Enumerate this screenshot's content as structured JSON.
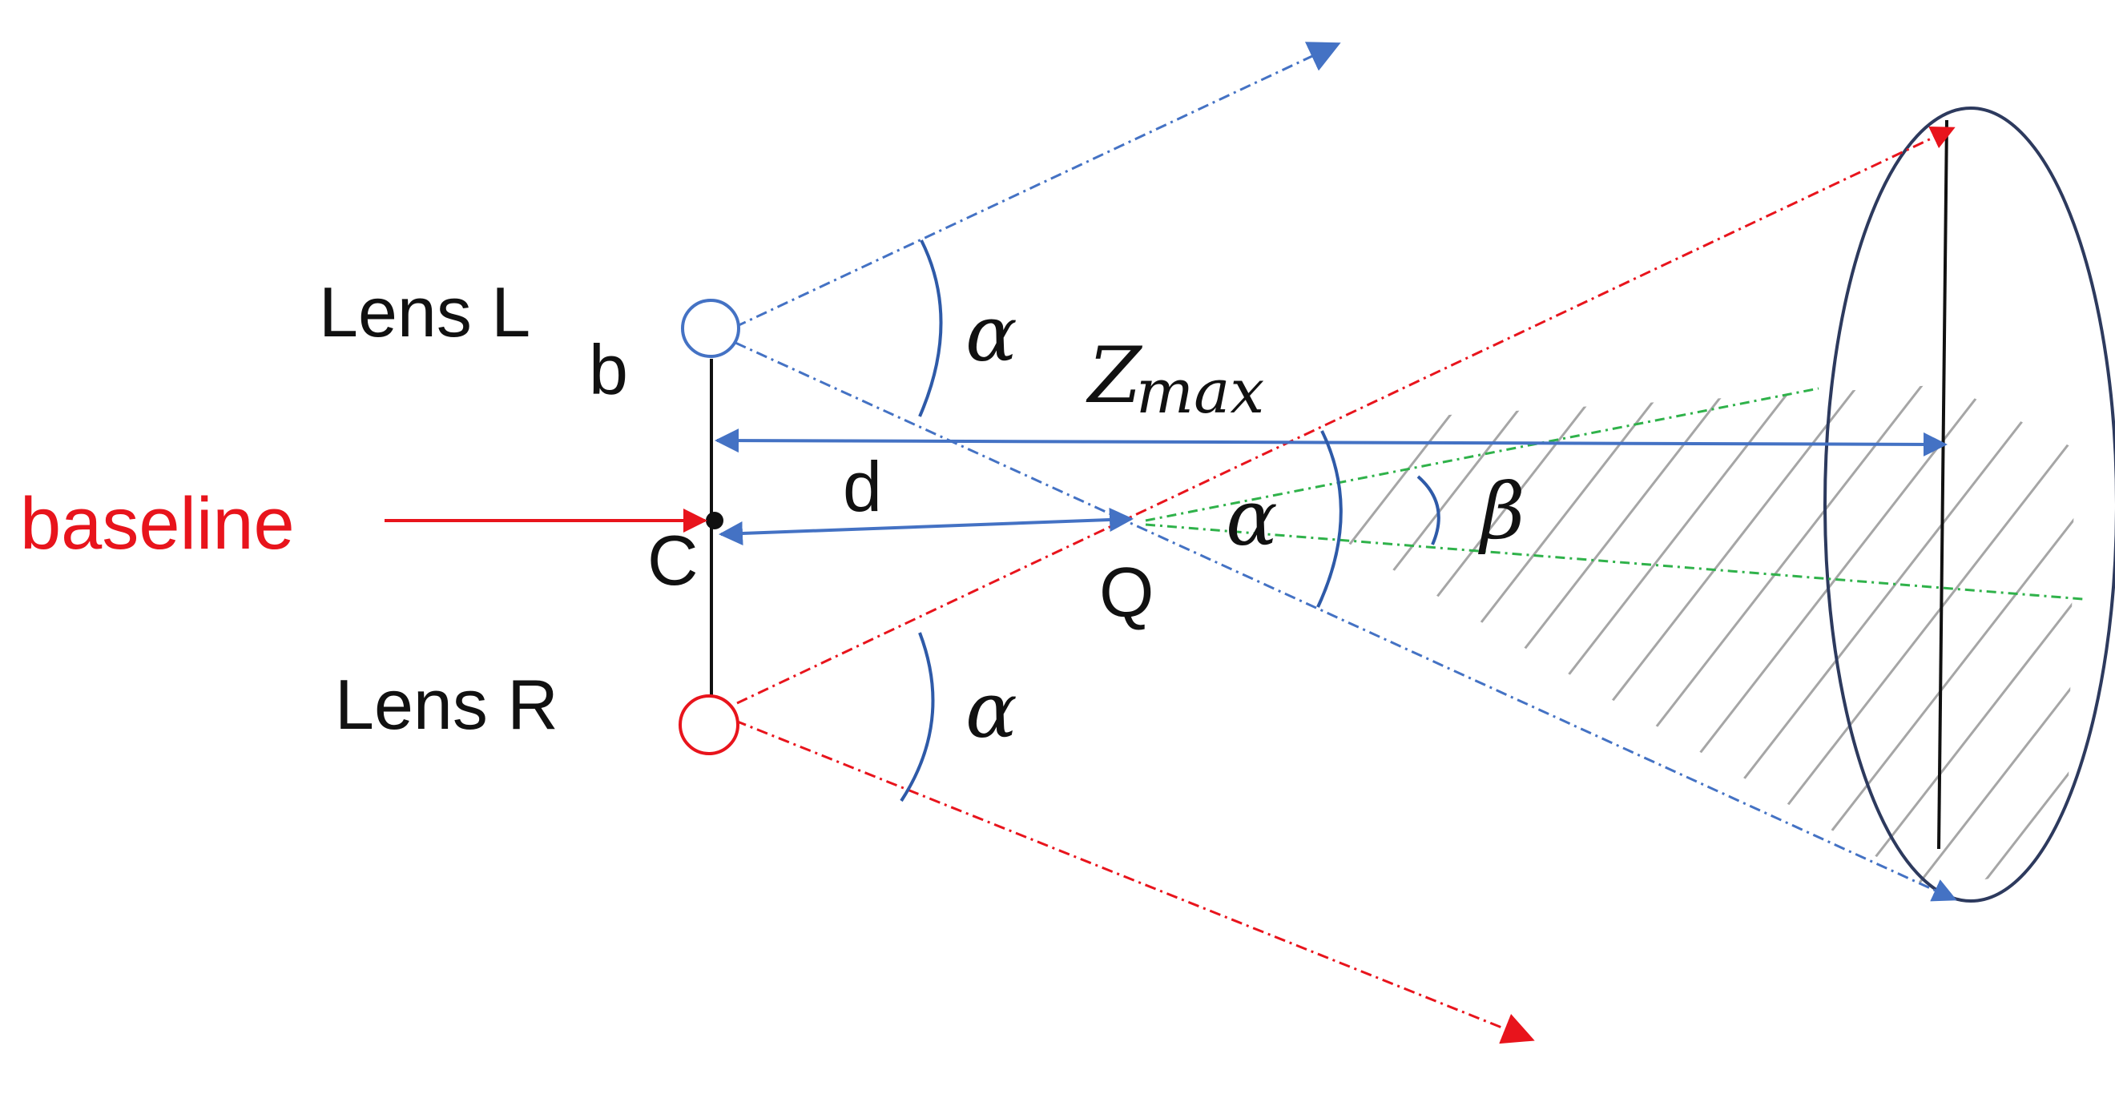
{
  "labels": {
    "lens_l": "Lens L",
    "lens_r": "Lens R",
    "b": "b",
    "baseline": "baseline",
    "c": "C",
    "d": "d",
    "q": "Q",
    "alpha": "α",
    "beta": "β",
    "z": "Z",
    "z_sub": "max"
  },
  "colors": {
    "blue": "#4472c4",
    "red": "#e8141c",
    "green": "#2fb24a",
    "dark": "#2d3a5e",
    "hatch": "#a6a6a6",
    "black": "#111111"
  }
}
